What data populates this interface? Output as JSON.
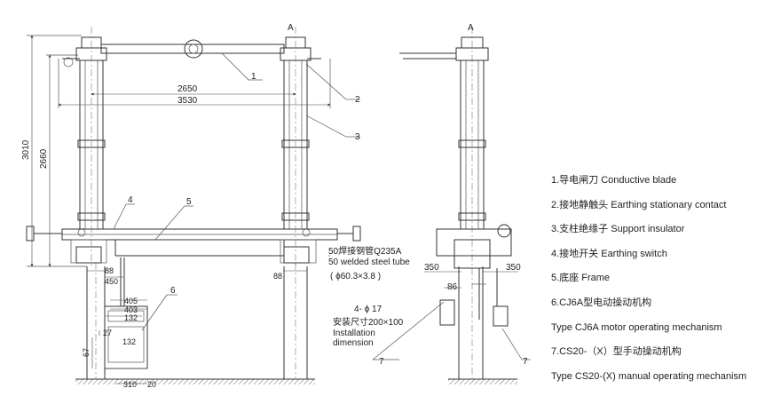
{
  "front_view": {
    "dims": {
      "d2650": "2650",
      "d3530": "3530",
      "d3010": "3010",
      "d2660": "2660",
      "d88_left": "88",
      "d88_right": "88",
      "d450": "450",
      "d405": "405",
      "d403": "403",
      "d132_top": "132",
      "d27": "27",
      "d132_bottom": "132",
      "d67": "67",
      "d310": "310",
      "d20": "20"
    },
    "label_A": "A",
    "callouts": [
      "1",
      "2",
      "3",
      "4",
      "5",
      "6"
    ],
    "tube_note": {
      "cn": "50焊接钢管Q235A",
      "en": "50 welded steel tube",
      "dia": "( ϕ60.3×3.8 )"
    },
    "install_note": {
      "holes": "4- ϕ 17",
      "cn": "安装尺寸200×100",
      "en1": "Installation",
      "en2": "dimension"
    },
    "callout_7": "7"
  },
  "side_view": {
    "dims": {
      "d350_left": "350",
      "d86": "86",
      "d350_right": "350"
    },
    "label_A": "A",
    "callout_7": "7"
  },
  "legend": [
    "1.导电闸刀 Conductive blade",
    "2.接地静触头 Earthing stationary contact",
    "3.支柱绝缘子 Support insulator",
    "4.接地开关 Earthing switch",
    "5.底座 Frame",
    "6.CJ6A型电动操动机构",
    "Type CJ6A motor operating mechanism",
    "7.CS20-（X）型手动操动机构",
    "Type CS20-(X) manual operating mechanism"
  ]
}
